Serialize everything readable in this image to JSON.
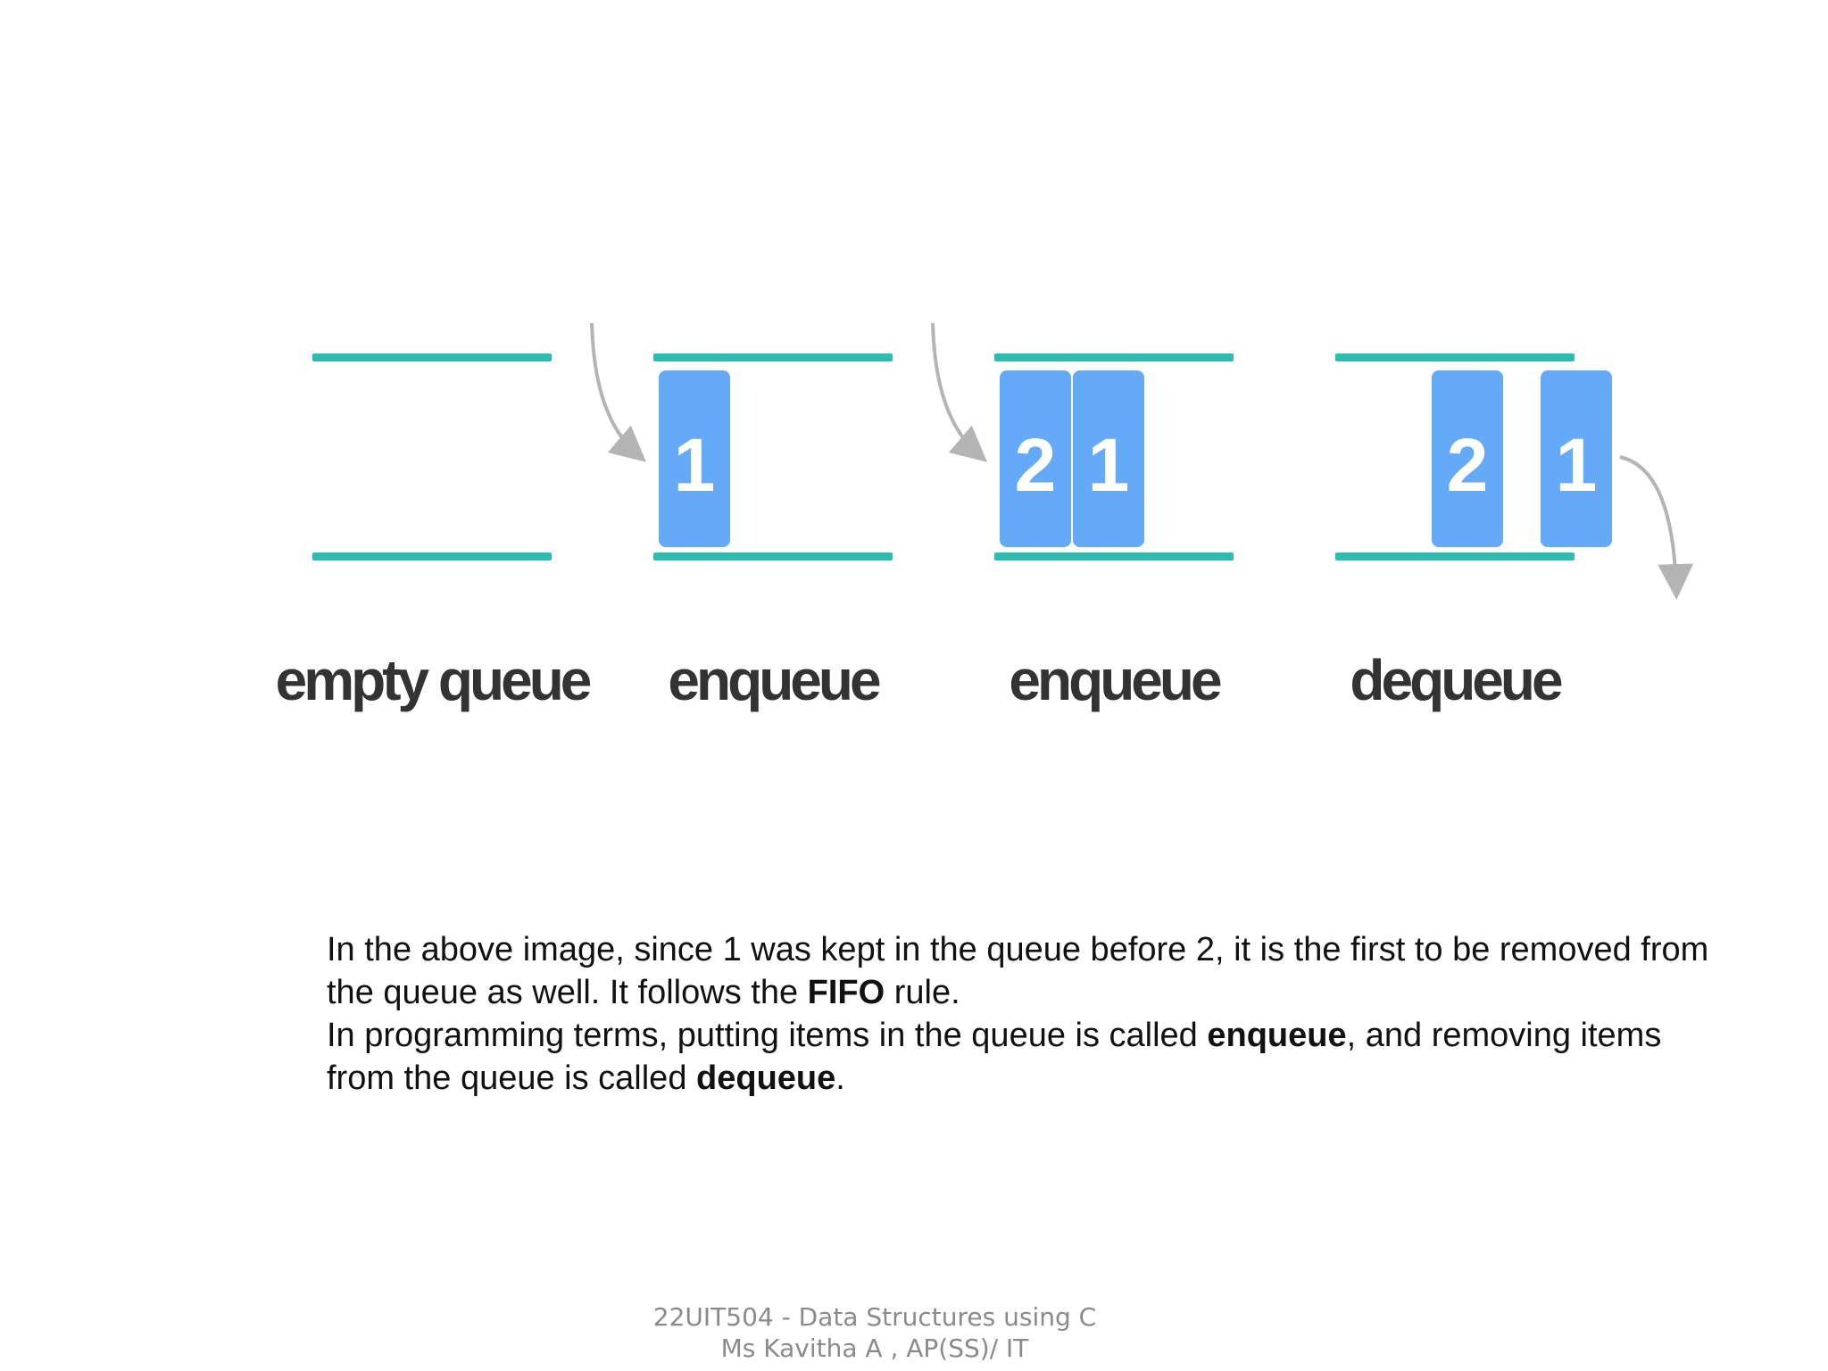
{
  "diagram": {
    "colors": {
      "rail": "#2dbdb0",
      "block": "#64aaf7",
      "block_text": "#ffffff",
      "arrow": "#b4b4b4",
      "label": "#333333"
    },
    "stages": [
      {
        "label": "empty queue",
        "blocks": []
      },
      {
        "label": "enqueue",
        "blocks": [
          "1"
        ]
      },
      {
        "label": "enqueue",
        "blocks": [
          "2",
          "1"
        ]
      },
      {
        "label": "dequeue",
        "blocks": [
          "2",
          "1"
        ]
      }
    ]
  },
  "description": {
    "p1_a": "In the above image, since 1 was kept in the queue before 2, it is the first to be removed from the queue as well. It follows the ",
    "p1_bold": "FIFO",
    "p1_b": " rule.",
    "p2_a": "In programming terms, putting items in the queue is called ",
    "p2_bold1": "enqueue",
    "p2_b": ", and removing items from the queue is called ",
    "p2_bold2": "dequeue",
    "p2_c": "."
  },
  "footer": {
    "line1": "22UIT504 - Data Structures using C",
    "line2": "Ms Kavitha A , AP(SS)/ IT"
  }
}
